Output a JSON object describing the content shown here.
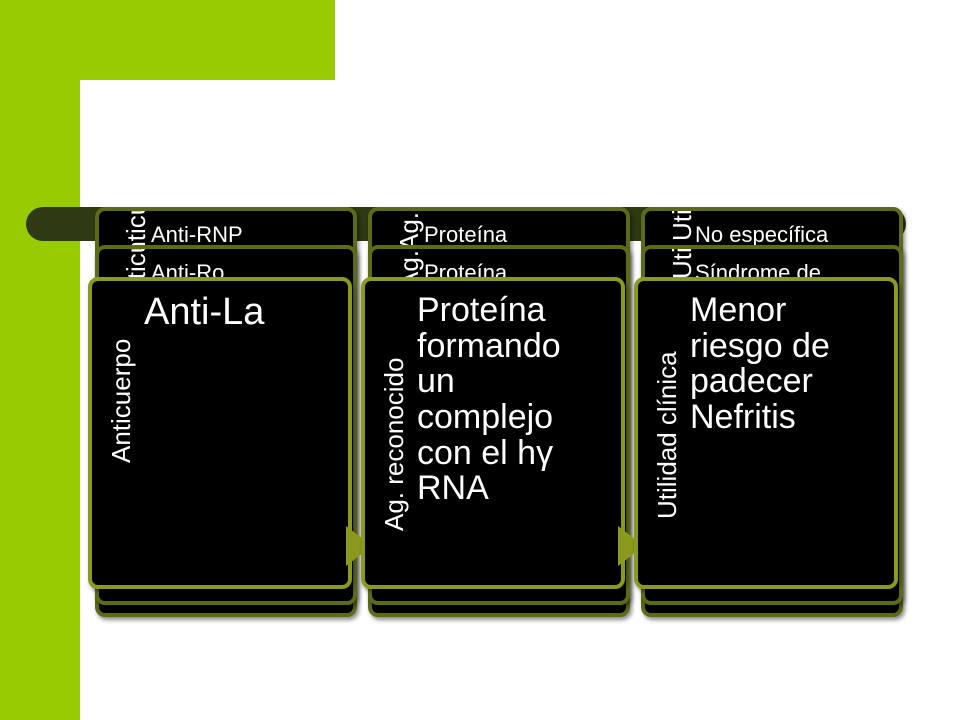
{
  "slide": {
    "columns": [
      {
        "layers": [
          {
            "header": "Anticuerpo",
            "content": "Anti-RNP"
          },
          {
            "header": "Anticuerpo",
            "content": "Anti-Ro"
          },
          {
            "header": "Anticuerpo",
            "content": "Anti-La"
          }
        ]
      },
      {
        "layers": [
          {
            "header": "Ag. reconocido",
            "content": "Proteína"
          },
          {
            "header": "Ag. reconocido",
            "content": "Proteína"
          },
          {
            "header": "Ag. reconocido",
            "content": "Proteína\nformando\nun\ncomplejo\ncon el hγ\nRNA"
          }
        ]
      },
      {
        "layers": [
          {
            "header": "Utilidad clínica",
            "content": "No específica"
          },
          {
            "header": "Utilidad clínica",
            "content": "Síndrome de"
          },
          {
            "header": "Utilidad clínica",
            "content": "Menor\nriesgo de\npadecer\nNefritis"
          }
        ]
      }
    ],
    "colors": {
      "accent_green": "#99cc00",
      "card_fill": "#000000",
      "card_border": "#8b9a1f",
      "text": "#ffffff"
    }
  }
}
